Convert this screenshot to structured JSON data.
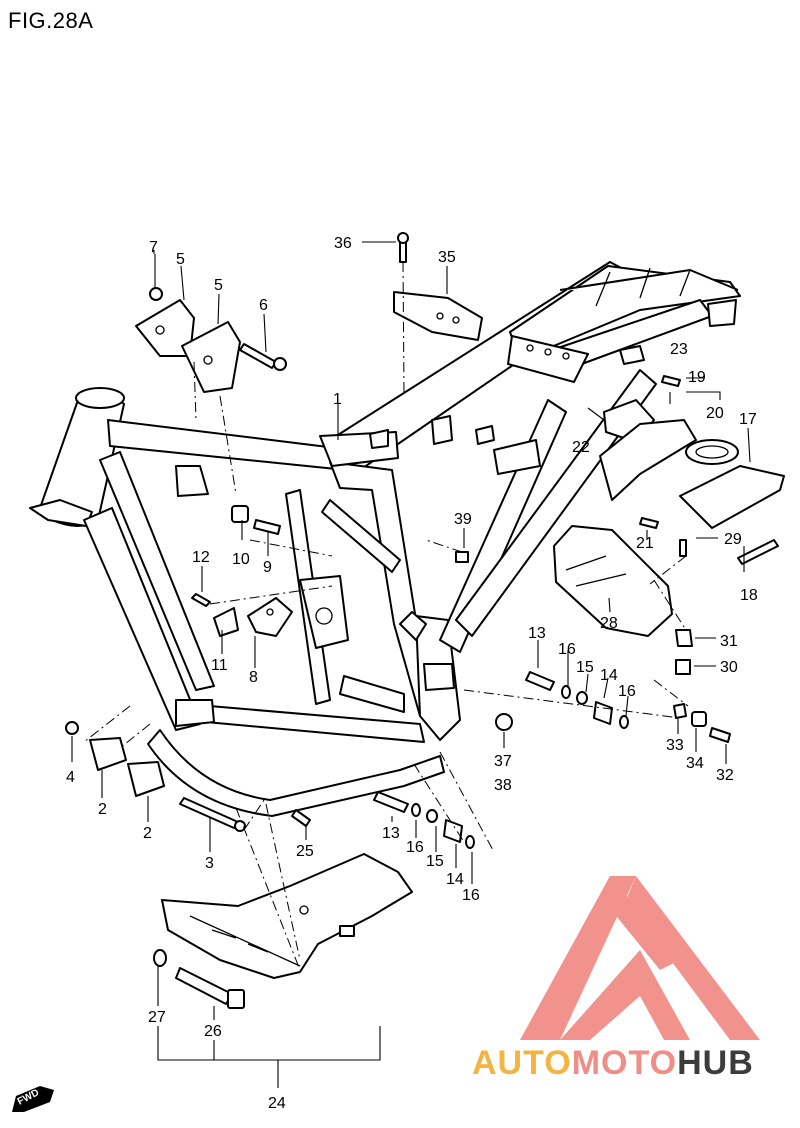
{
  "figure": {
    "title": "FIG.28A"
  },
  "watermark": {
    "part1": "AUTO",
    "part2": "MOTO",
    "part3": "HUB",
    "logo_color": "#f08078",
    "text_color_auto": "#f5b342",
    "text_color_moto": "#ef8d86",
    "text_color_hub": "#3c3c3c"
  },
  "fwd_badge": {
    "label": "FWD"
  },
  "callouts": {
    "c1": "1",
    "c2a": "2",
    "c2b": "2",
    "c3": "3",
    "c4": "4",
    "c5a": "5",
    "c5b": "5",
    "c6": "6",
    "c7": "7",
    "c8": "8",
    "c9": "9",
    "c10": "10",
    "c11": "11",
    "c12": "12",
    "c13a": "13",
    "c13b": "13",
    "c14a": "14",
    "c14b": "14",
    "c15a": "15",
    "c15b": "15",
    "c16a": "16",
    "c16b": "16",
    "c16c": "16",
    "c16d": "16",
    "c17": "17",
    "c18": "18",
    "c19": "19",
    "c20": "20",
    "c21": "21",
    "c22": "22",
    "c23": "23",
    "c24": "24",
    "c25": "25",
    "c26": "26",
    "c27": "27",
    "c28": "28",
    "c29": "29",
    "c30": "30",
    "c31": "31",
    "c32": "32",
    "c33": "33",
    "c34": "34",
    "c35": "35",
    "c36": "36",
    "c37": "37",
    "c38": "38",
    "c39": "39"
  }
}
